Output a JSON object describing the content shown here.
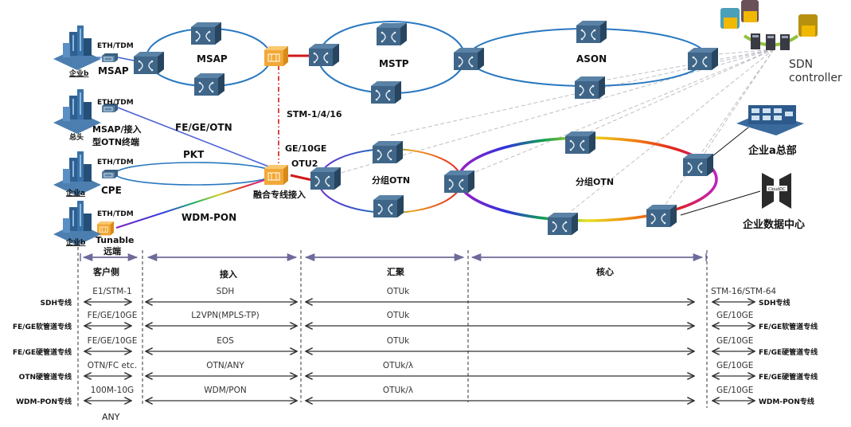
{
  "colors": {
    "ring_blue": "#2878c0",
    "link_red": "#d01818",
    "dash_red": "#d01818",
    "node_blue": "#3d6286",
    "node_orange": "#f0a030",
    "sdn_dash": "#b8b8c0",
    "span_arrow": "#6e6a9a",
    "table_text": "#333333"
  },
  "topology": {
    "rings": [
      {
        "id": "msap",
        "label": "MSAP"
      },
      {
        "id": "mstp",
        "label": "MSTP"
      },
      {
        "id": "ason",
        "label": "ASON"
      },
      {
        "id": "otn-small",
        "label": "分组OTN"
      },
      {
        "id": "otn-large",
        "label": "分组OTN"
      }
    ],
    "customers": [
      {
        "name": "企业b",
        "interface": "ETH/TDM",
        "device": "MSAP",
        "link": ""
      },
      {
        "name": "总头",
        "interface": "ETH/TDM",
        "device": "MSAP/接入\n型OTN终端",
        "device_line1": "MSAP/接入",
        "device_line2": "型OTN终端",
        "link": "FE/GE/OTN"
      },
      {
        "name": "企业a",
        "interface": "ETH/TDM",
        "device": "CPE",
        "link": "PKT"
      },
      {
        "name": "企业b",
        "interface": "ETH/TDM",
        "device": "Tunable\n远端",
        "device_line1": "Tunable",
        "device_line2": "远端",
        "link": "WDM-PON"
      }
    ],
    "converged_access_label": "融合专线接入",
    "uplink_labels": {
      "stm": "STM-1/4/16",
      "ge": "GE/10GE",
      "otu": "OTU2"
    },
    "sdn_controller": {
      "line1": "SDN",
      "line2": "controller"
    },
    "enterprise_hq": "企业a总部",
    "enterprise_dc": "企业数据中心",
    "dc_badge": "CloudDC"
  },
  "table": {
    "segments": [
      "客户侧",
      "接入",
      "汇聚",
      "核心"
    ],
    "rows": [
      {
        "name": "SDH专线",
        "client": "E1/STM-1",
        "access": "SDH",
        "agg_core": "OTUk",
        "right_if": "STM-16/STM-64",
        "right_name": "SDH专线"
      },
      {
        "name": "FE/GE软管道专线",
        "client": "FE/GE/10GE",
        "access": "L2VPN(MPLS-TP)",
        "agg_core": "OTUk",
        "right_if": "GE/10GE",
        "right_name": "FE/GE软管道专线"
      },
      {
        "name": "FE/GE硬管道专线",
        "client": "FE/GE/10GE",
        "access": "EOS",
        "agg_core": "OTUk",
        "right_if": "GE/10GE",
        "right_name": "FE/GE硬管道专线"
      },
      {
        "name": "OTN硬管道专线",
        "client": "OTN/FC etc.",
        "access": "OTN/ANY",
        "agg_core": "OTUk/λ",
        "right_if": "GE/10GE",
        "right_name": "FE/GE硬管道专线"
      },
      {
        "name": "WDM-PON专线",
        "client": "100M-10G",
        "access": "WDM/PON",
        "agg_core": "OTUk/λ",
        "right_if": "GE/10GE",
        "right_name": "WDM-PON专线"
      }
    ],
    "client_footer": "ANY"
  }
}
